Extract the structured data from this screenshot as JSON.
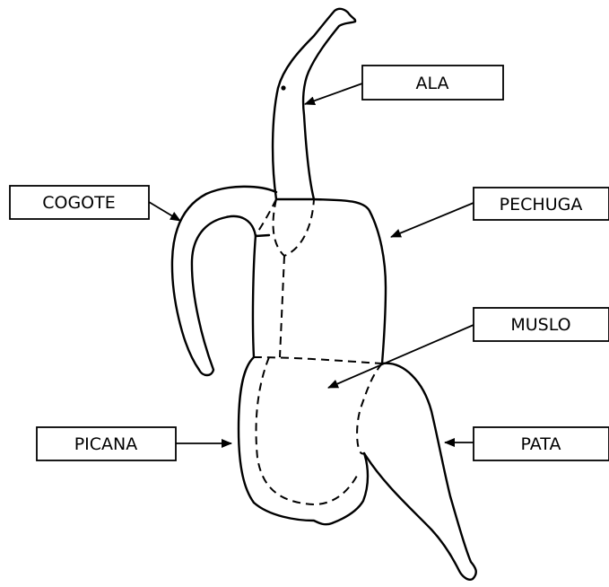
{
  "labels": {
    "ala": "ALA",
    "cogote": "COGOTE",
    "pechuga": "PECHUGA",
    "muslo": "MUSLO",
    "picana": "PICANA",
    "pata": "PATA"
  },
  "colors": {
    "stroke": "#000000",
    "background": "#ffffff"
  }
}
